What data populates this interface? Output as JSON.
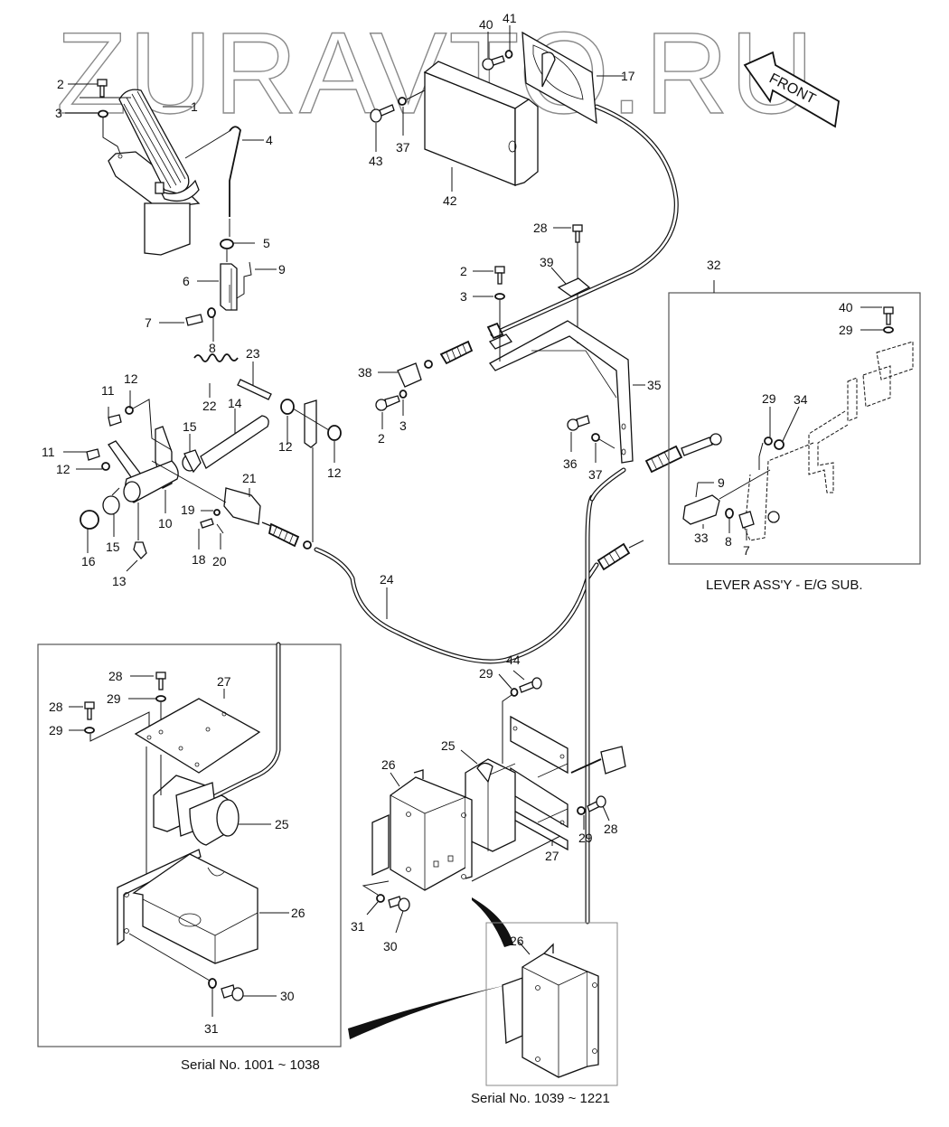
{
  "watermark": "ZURAVTO.RU",
  "front_arrow_label": "FRONT",
  "captions": {
    "lever_assy": "LEVER ASS'Y - E/G SUB.",
    "serial_left": "Serial No. 1001 ~ 1038",
    "serial_right": "Serial No. 1039 ~ 1221"
  },
  "callouts": [
    {
      "id": "c1",
      "label": "1"
    },
    {
      "id": "c2a",
      "label": "2"
    },
    {
      "id": "c3a",
      "label": "3"
    },
    {
      "id": "c4",
      "label": "4"
    },
    {
      "id": "c5",
      "label": "5"
    },
    {
      "id": "c6",
      "label": "6"
    },
    {
      "id": "c9a",
      "label": "9"
    },
    {
      "id": "c7a",
      "label": "7"
    },
    {
      "id": "c8a",
      "label": "8"
    },
    {
      "id": "c23",
      "label": "23"
    },
    {
      "id": "c22",
      "label": "22"
    },
    {
      "id": "c14",
      "label": "14"
    },
    {
      "id": "c11a",
      "label": "11"
    },
    {
      "id": "c12a",
      "label": "12"
    },
    {
      "id": "c11b",
      "label": "11"
    },
    {
      "id": "c12b",
      "label": "12"
    },
    {
      "id": "c15a",
      "label": "15"
    },
    {
      "id": "c12c",
      "label": "12"
    },
    {
      "id": "c12d",
      "label": "12"
    },
    {
      "id": "c21",
      "label": "21"
    },
    {
      "id": "c10",
      "label": "10"
    },
    {
      "id": "c15b",
      "label": "15"
    },
    {
      "id": "c16",
      "label": "16"
    },
    {
      "id": "c13",
      "label": "13"
    },
    {
      "id": "c19",
      "label": "19"
    },
    {
      "id": "c18",
      "label": "18"
    },
    {
      "id": "c20",
      "label": "20"
    },
    {
      "id": "c24",
      "label": "24"
    },
    {
      "id": "c40a",
      "label": "40"
    },
    {
      "id": "c41",
      "label": "41"
    },
    {
      "id": "c17",
      "label": "17"
    },
    {
      "id": "c43",
      "label": "43"
    },
    {
      "id": "c37a",
      "label": "37"
    },
    {
      "id": "c42",
      "label": "42"
    },
    {
      "id": "c28a",
      "label": "28"
    },
    {
      "id": "c39",
      "label": "39"
    },
    {
      "id": "c2b",
      "label": "2"
    },
    {
      "id": "c3b",
      "label": "3"
    },
    {
      "id": "c38",
      "label": "38"
    },
    {
      "id": "c2c",
      "label": "2"
    },
    {
      "id": "c3c",
      "label": "3"
    },
    {
      "id": "c35",
      "label": "35"
    },
    {
      "id": "c36",
      "label": "36"
    },
    {
      "id": "c37b",
      "label": "37"
    },
    {
      "id": "c32",
      "label": "32"
    },
    {
      "id": "c40b",
      "label": "40"
    },
    {
      "id": "c29a",
      "label": "29"
    },
    {
      "id": "c29b",
      "label": "29"
    },
    {
      "id": "c34",
      "label": "34"
    },
    {
      "id": "c9b",
      "label": "9"
    },
    {
      "id": "c33",
      "label": "33"
    },
    {
      "id": "c8b",
      "label": "8"
    },
    {
      "id": "c7b",
      "label": "7"
    },
    {
      "id": "c28b",
      "label": "28"
    },
    {
      "id": "c27a",
      "label": "27"
    },
    {
      "id": "c28c",
      "label": "28"
    },
    {
      "id": "c29c",
      "label": "29"
    },
    {
      "id": "c29d",
      "label": "29"
    },
    {
      "id": "c25a",
      "label": "25"
    },
    {
      "id": "c26a",
      "label": "26"
    },
    {
      "id": "c30a",
      "label": "30"
    },
    {
      "id": "c31a",
      "label": "31"
    },
    {
      "id": "c44",
      "label": "44"
    },
    {
      "id": "c29e",
      "label": "29"
    },
    {
      "id": "c25b",
      "label": "25"
    },
    {
      "id": "c26b",
      "label": "26"
    },
    {
      "id": "c28d",
      "label": "28"
    },
    {
      "id": "c29f",
      "label": "29"
    },
    {
      "id": "c27b",
      "label": "27"
    },
    {
      "id": "c31b",
      "label": "31"
    },
    {
      "id": "c30b",
      "label": "30"
    },
    {
      "id": "c26c",
      "label": "26"
    }
  ]
}
